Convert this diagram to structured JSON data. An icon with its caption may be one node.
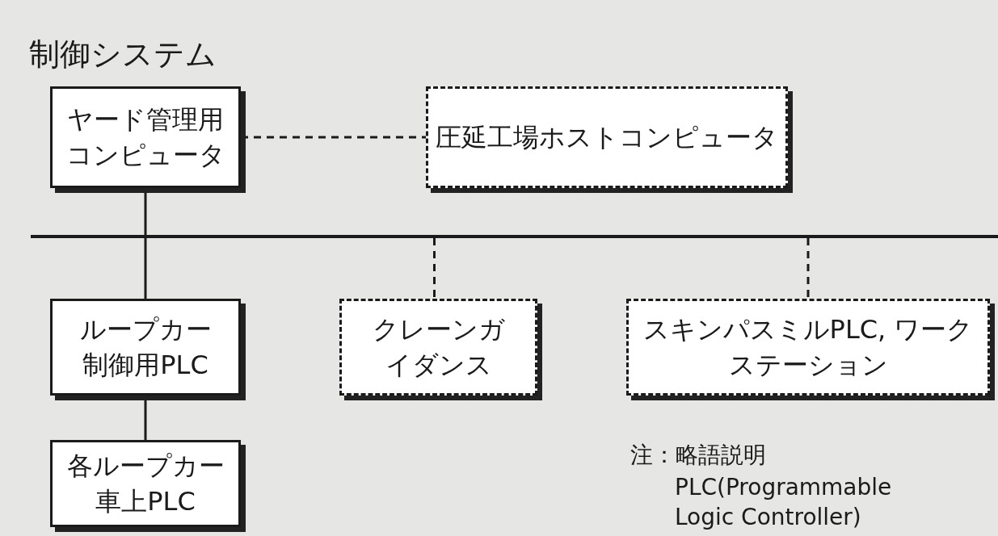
{
  "diagram": {
    "title": "制御システム",
    "nodes": [
      {
        "text": [
          "ヤード管理用コンピュータ"
        ]
      },
      {
        "text": [
          "圧延工場ホストコンピュータ"
        ]
      },
      {
        "text": [],
        "shape": "bar"
      },
      {
        "text": [
          "ループカー制御用PLC"
        ]
      },
      {
        "text": [
          "クレーンガイダンス"
        ]
      },
      {
        "text": [
          "スキンパスミルPLC, ワークステーション"
        ]
      },
      {
        "text": [
          "各ループカー車上PLC"
        ]
      }
    ],
    "edges": [
      {
        "from": 0,
        "to": 1,
        "arrow": "none",
        "style": "dashed"
      },
      {
        "from": 0,
        "to": 2,
        "arrow": "none"
      },
      {
        "from": 2,
        "to": 3,
        "arrow": "none"
      },
      {
        "from": 2,
        "to": 4,
        "arrow": "none",
        "style": "dashed"
      },
      {
        "from": 2,
        "to": 5,
        "arrow": "none",
        "style": "dashed"
      },
      {
        "from": 3,
        "to": 6,
        "arrow": "none"
      }
    ],
    "labels": [
      "注：略語説明",
      "PLC(Programmable Logic Controller)"
    ]
  }
}
